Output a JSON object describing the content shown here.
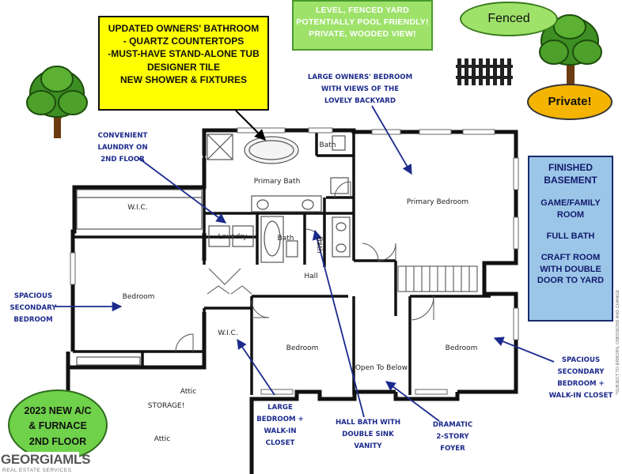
{
  "callout_boxes": {
    "owners_bath_lines": [
      "UPDATED OWNERS' BATHROOM",
      "- QUARTZ COUNTERTOPS",
      "-MUST-HAVE STAND-ALONE TUB",
      "DESIGNER TILE",
      "NEW SHOWER & FIXTURES"
    ],
    "yard_lines": [
      "LEVEL, FENCED YARD",
      "POTENTIALLY POOL FRIENDLY!",
      "PRIVATE, WOODED VIEW!"
    ],
    "fenced": "Fenced",
    "private": "Private!",
    "basement_title": [
      "FINISHED",
      "BASEMENT"
    ],
    "basement_items": [
      [
        "GAME/FAMILY",
        "ROOM"
      ],
      [
        "FULL BATH"
      ],
      [
        "CRAFT ROOM",
        "WITH DOUBLE",
        "DOOR TO YARD"
      ]
    ],
    "ac_lines": [
      "2023 NEW A/C",
      "& FURNACE",
      "2ND FLOOR"
    ]
  },
  "rooms": {
    "bath_top": "Bath",
    "primary_bath": "Primary Bath",
    "primary_bedroom": "Primary Bedroom",
    "wic_top": "W.I.C.",
    "laundry": "Laundry",
    "bath_mid": "Bath",
    "bath_vertical": "Bath",
    "hall": "Hall",
    "bedroom_left": "Bedroom",
    "wic_small": "W.I.C.",
    "bedroom_center": "Bedroom",
    "open_to_below": "Open To Below",
    "bedroom_right": "Bedroom",
    "attic_top": "Attic",
    "storage": "STORAGE!",
    "attic_bottom": "Attic"
  },
  "annotations": {
    "large_owners_bedroom": [
      "LARGE OWNERS' BEDROOM",
      "WITH VIEWS OF THE",
      "LOVELY BACKYARD"
    ],
    "laundry": [
      "CONVENIENT",
      "LAUNDRY ON",
      "2ND FLOOR"
    ],
    "spacious_left": [
      "SPACIOUS",
      "SECONDARY",
      "BEDROOM"
    ],
    "spacious_right": [
      "SPACIOUS",
      "SECONDARY",
      "BEDROOM +",
      "WALK-IN CLOSET"
    ],
    "large_bedroom": [
      "LARGE",
      "BEDROOM +",
      "WALK-IN",
      "CLOSET"
    ],
    "hall_bath": [
      "HALL BATH WITH",
      "DOUBLE SINK",
      "VANITY"
    ],
    "foyer": [
      "DRAMATIC",
      "2-STORY",
      "FOYER"
    ]
  },
  "annotation_color": "#1c2a8c",
  "logo": {
    "main": "GEORGIAMLS",
    "sub": "REAL ESTATE SERVICES"
  },
  "watermark": "*SUBJECT TO ERRORS, OMISSIONS AND CHANGE"
}
